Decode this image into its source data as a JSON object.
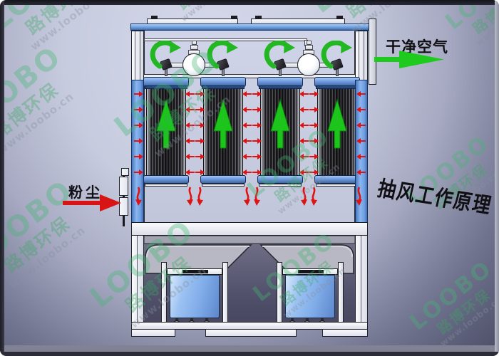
{
  "labels": {
    "clean_air": "干净空气",
    "dust_in": "粉尘",
    "working_principle": "抽风工作原理"
  },
  "watermark": {
    "brand_en": "LOOBO",
    "brand_cn": "路博环保",
    "website": "www.loobo.cn",
    "color": "#3fae68"
  },
  "colors": {
    "clean_air_arrow": "#1fca1f",
    "dust_arrow": "#d81414",
    "cartridge_flow_arrow": "#1cc41c",
    "dust_particle_arrow": "#e01212",
    "frame_blue": "#5d8cd0",
    "bin_blue": "#7fabe8",
    "label_text": "#101014"
  },
  "components": {
    "filter_cartridges": 4,
    "pulse_air_tanks": 2,
    "pulse_injector_valves": 4,
    "hoppers": 2,
    "dust_bins": 2,
    "bin_casters_each": 3
  }
}
